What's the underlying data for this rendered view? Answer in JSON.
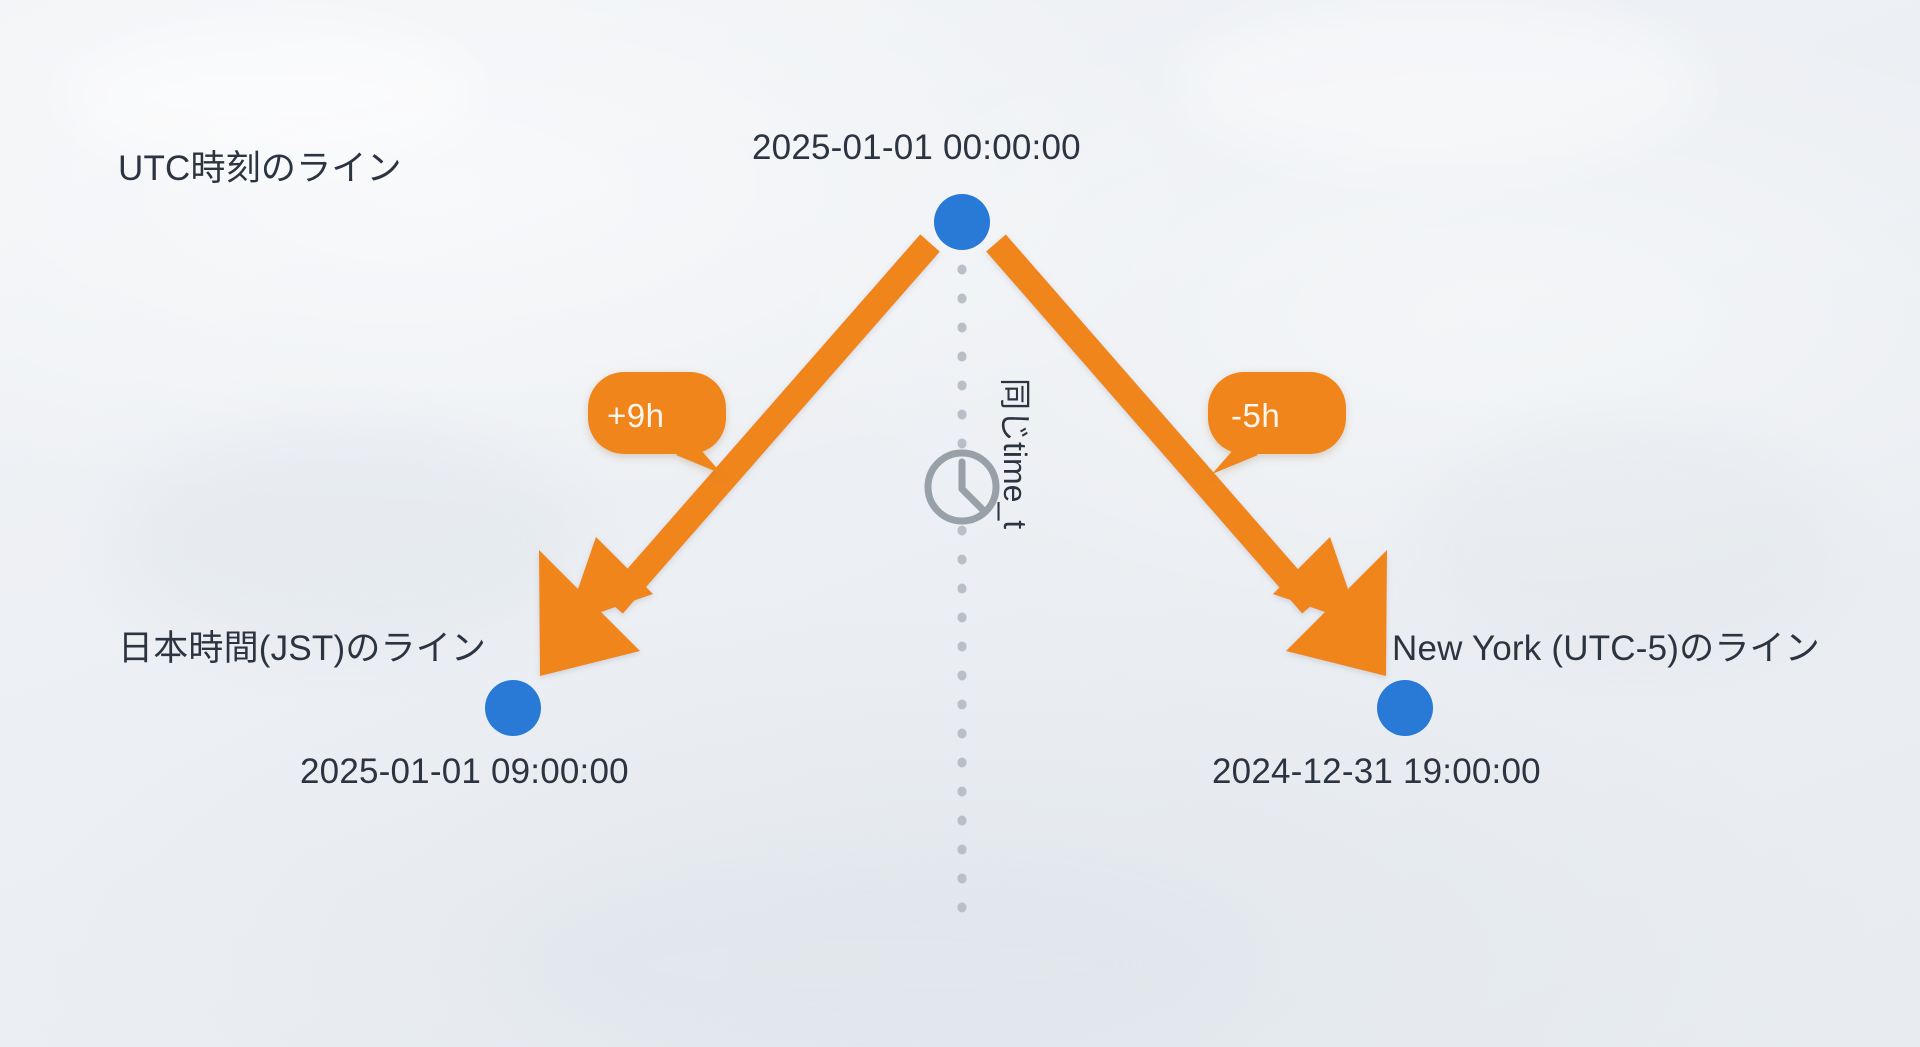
{
  "diagram": {
    "title_semantic": "timezone-conversion-timeline",
    "background_color": "#eef1f4",
    "accent_line_color": "#2e7fd4",
    "accent_node_color": "#2979d6",
    "arrow_color": "#f0851f",
    "text_color": "#2b3440",
    "dotted_guide_color": "#b9bfc6",
    "clock_icon_color": "#98a0a8"
  },
  "timelines": [
    {
      "name": "utc-timeline",
      "label": "UTC時刻のライン",
      "timestamp": "2025-01-01 00:00:00",
      "timestamp_position": "above"
    },
    {
      "name": "jst-timeline",
      "label": "日本時間(JST)のライン",
      "timestamp": "2025-01-01 09:00:00",
      "timestamp_position": "below"
    },
    {
      "name": "newyork-timeline",
      "label": "New York (UTC-5)のライン",
      "timestamp": "2024-12-31 19:00:00",
      "timestamp_position": "below"
    }
  ],
  "offsets": [
    {
      "name": "jst-offset-bubble",
      "label": "+9h"
    },
    {
      "name": "newyork-offset-bubble",
      "label": "-5h"
    }
  ],
  "center_note": {
    "label": "同じtime_t",
    "icon": "clock-icon"
  }
}
